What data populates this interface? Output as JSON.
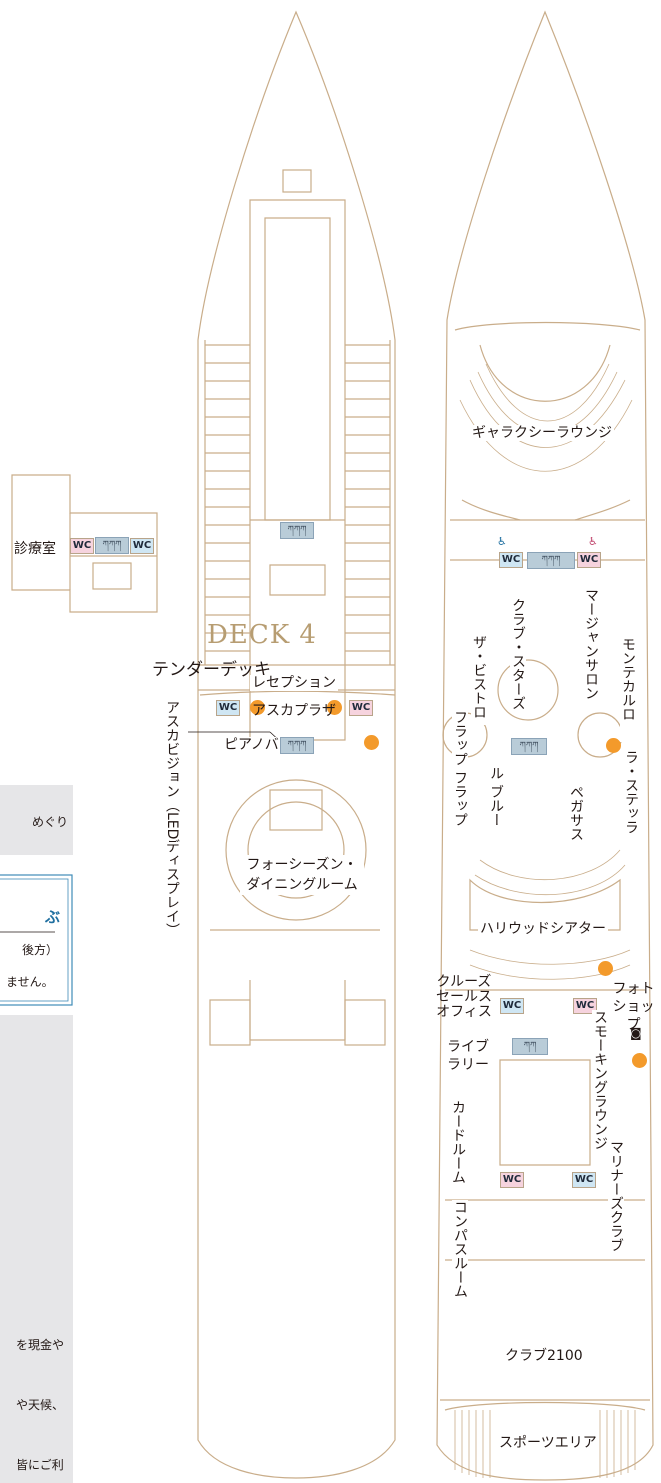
{
  "colors": {
    "outline": "#c9ad8a",
    "accent": "#f39a2b",
    "title": "#b79d72",
    "wc_male": "#cfe6f3",
    "wc_female": "#f6d3de",
    "info_border": "#3f8bb8"
  },
  "deck": {
    "title": "DECK 4",
    "subtitle": "テンダーデッキ"
  },
  "medical": {
    "label": "診療室"
  },
  "wc_label": "WC",
  "left_ship": {
    "reception": "レセプション",
    "plaza": "アスカプラザ",
    "vision": "アスカビジョン（LEDディスプレイ）",
    "piano": "ピアノバー",
    "dining": "フォーシーズン・ダイニングルーム"
  },
  "right_ship": {
    "galaxy": "ギャラクシーラウンジ",
    "mahjong": "マージャンサロン",
    "club_stars": "クラブ・スターズ",
    "bistro": "ザ・ビストロ",
    "monte": "モンテカルロ",
    "stella": "ラ・ステッラ",
    "flap": "フラップ フラップ",
    "bleu": "ル ブルー",
    "pegasus": "ペガサス",
    "hollywood": "ハリウッドシアター",
    "cruise_sales": "クルーズセールスオフィス",
    "photo": "フォトショップ",
    "library": "ライブラリー",
    "smoking": "スモーキングラウンジ",
    "card": "カードルーム",
    "mariners": "マリナーズクラブ",
    "compass": "コンパスルーム",
    "club2100": "クラブ2100",
    "sports": "スポーツエリア"
  },
  "left_info": {
    "box1": "めぐり",
    "box2_title": "ぶ",
    "box2_line1": "後方）",
    "box2_line2": "ません。",
    "box3_line1": "を現金や",
    "box3_line2": "や天候、",
    "box3_line3": "皆にご利"
  }
}
